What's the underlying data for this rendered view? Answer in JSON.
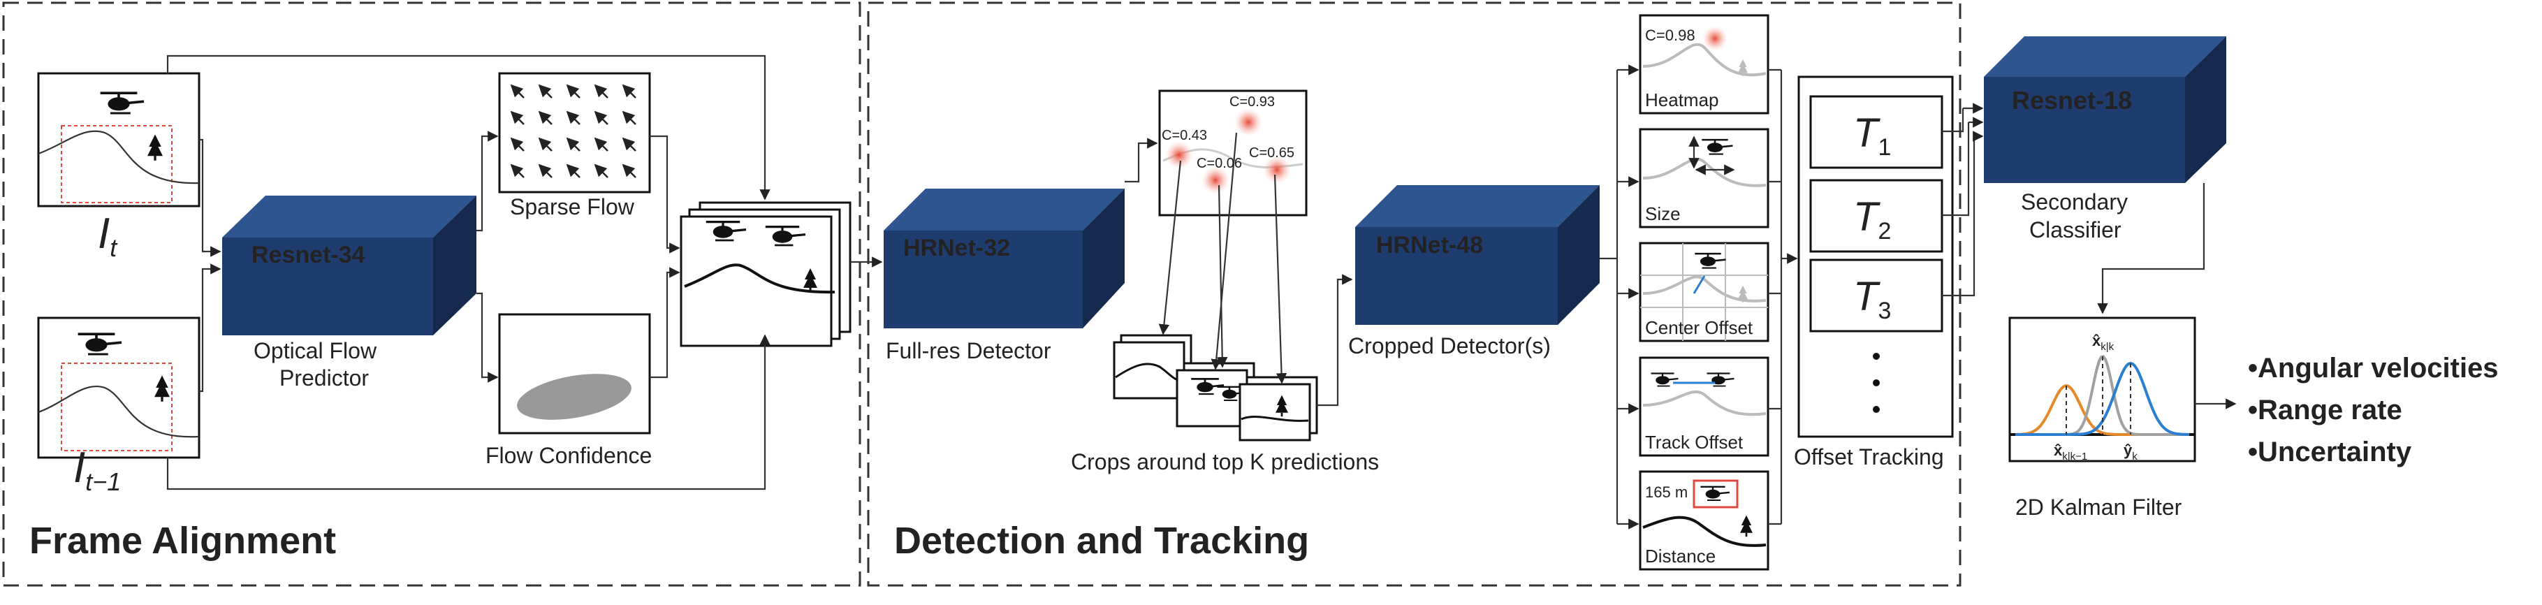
{
  "sections": {
    "frame_alignment": "Frame Alignment",
    "detection_tracking": "Detection and Tracking"
  },
  "inputs": {
    "current_frame": "I",
    "current_frame_sub": "t",
    "previous_frame": "I",
    "previous_frame_sub": "t−1"
  },
  "blocks": {
    "resnet34": "Resnet-34",
    "hrnet32": "HRNet-32",
    "hrnet48": "HRNet-48",
    "resnet18": "Resnet-18"
  },
  "captions": {
    "optical_flow_1": "Optical Flow",
    "optical_flow_2": "Predictor",
    "sparse_flow": "Sparse Flow",
    "flow_confidence": "Flow Confidence",
    "full_res_detector": "Full-res Detector",
    "crops": "Crops around top K predictions",
    "cropped_detector": "Cropped Detector(s)",
    "offset_tracking": "Offset Tracking",
    "secondary_1": "Secondary",
    "secondary_2": "Classifier",
    "kalman": "2D Kalman Filter"
  },
  "confidences": [
    "C=0.93",
    "C=0.43",
    "C=0.06",
    "C=0.65"
  ],
  "heads": {
    "heatmap": "Heatmap",
    "heatmap_conf": "C=0.98",
    "size": "Size",
    "center_offset": "Center Offset",
    "track_offset": "Track Offset",
    "distance": "Distance",
    "distance_value": "165 m"
  },
  "tracks": {
    "t1": "T",
    "t1_sub": "1",
    "t2": "T",
    "t2_sub": "2",
    "t3": "T",
    "t3_sub": "3"
  },
  "kalman": {
    "xkk": "x̂",
    "xkk_sub": "k|k",
    "xk_prev": "x̂",
    "xk_prev_sub": "k|k−1",
    "yk": "ŷ",
    "yk_sub": "k"
  },
  "outputs": [
    "•Angular velocities",
    "•Range rate",
    "•Uncertainty"
  ],
  "colors": {
    "block_front": "#1f3c6e",
    "block_top": "#2f5591",
    "block_side": "#14294d",
    "heat": "#ee5544",
    "gauss_orange": "#e58a2a",
    "gauss_gray": "#a0a0a0",
    "gauss_blue": "#2a7fd0"
  }
}
